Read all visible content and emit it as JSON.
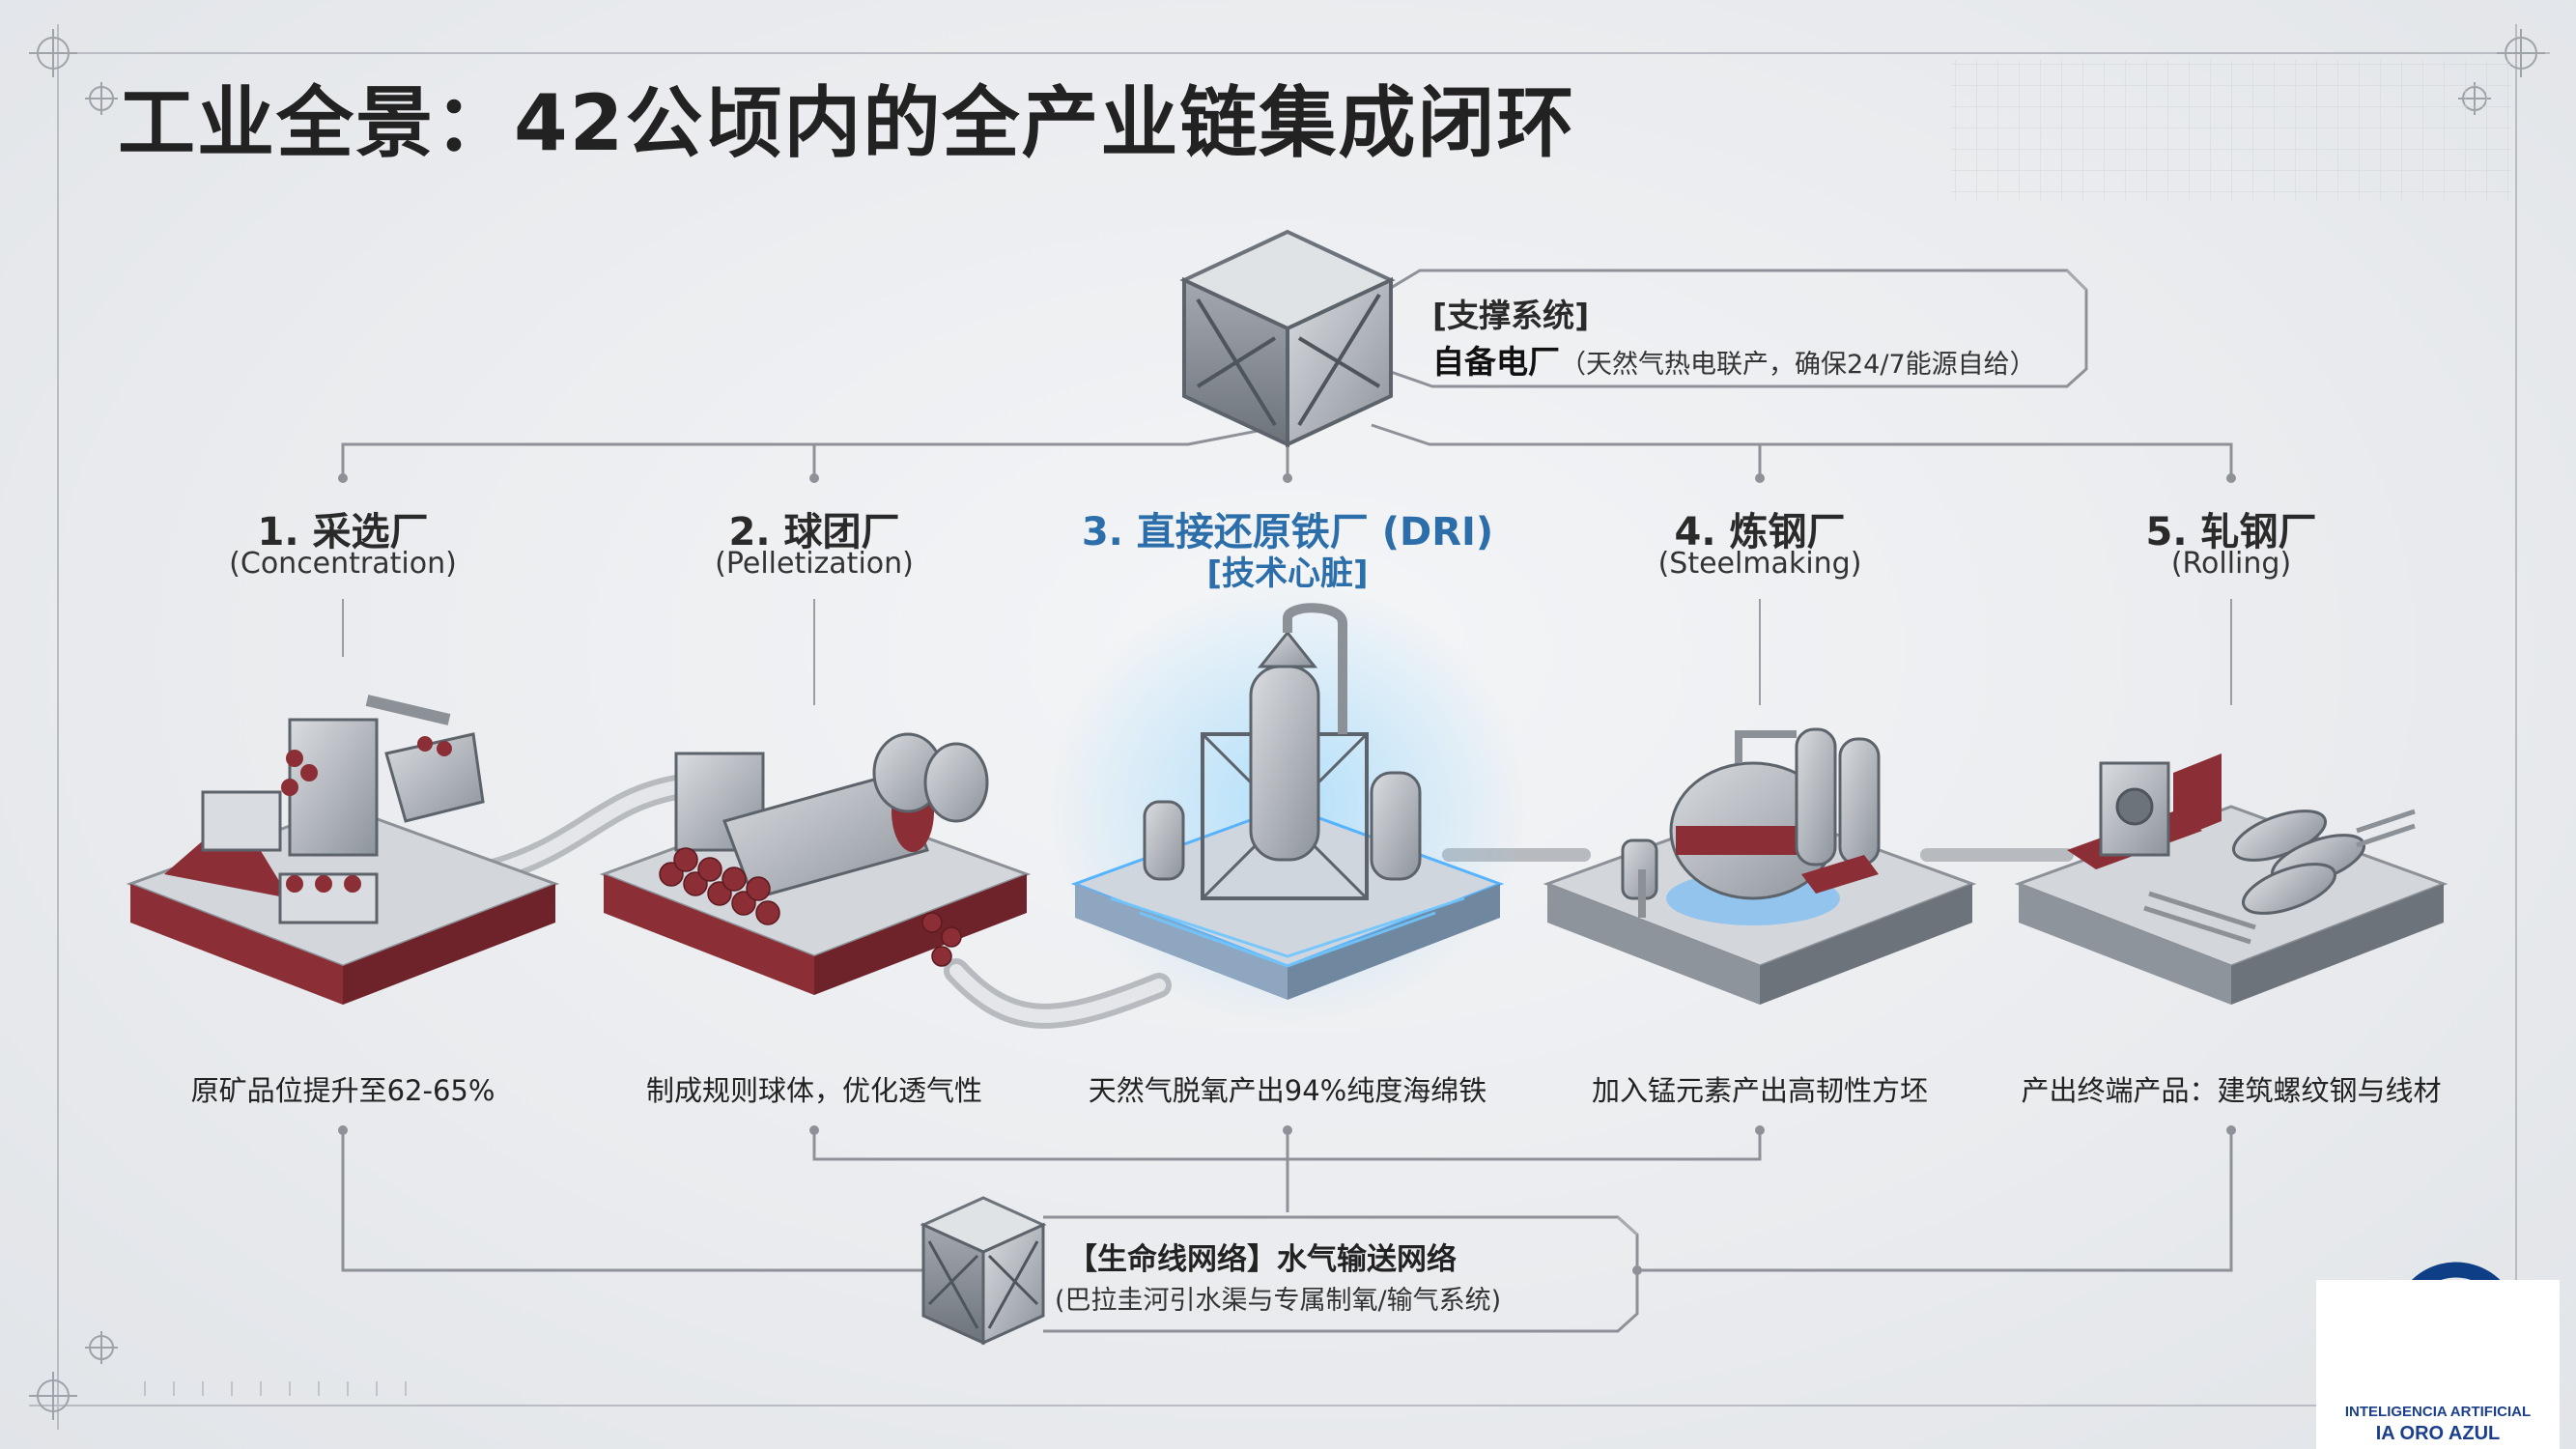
{
  "title": "工业全景：42公顷内的全产业链集成闭环",
  "support": {
    "tag": "[支撑系统]",
    "name": "自备电厂",
    "detail": "（天然气热电联产，确保24/7能源自给）"
  },
  "stages": [
    {
      "title": "1. 采选厂",
      "subtitle": "(Concentration)",
      "desc": "原矿品位提升至62-65%",
      "highlight": false
    },
    {
      "title": "2. 球团厂",
      "subtitle": "(Pelletization)",
      "desc": "制成规则球体，优化透气性",
      "highlight": false
    },
    {
      "title": "3. 直接还原铁厂 (DRI)",
      "subtitle": "[技术心脏]",
      "desc": "天然气脱氧产出94%纯度海绵铁",
      "highlight": true
    },
    {
      "title": "4. 炼钢厂",
      "subtitle": "(Steelmaking)",
      "desc": "加入锰元素产出高韧性方坯",
      "highlight": false
    },
    {
      "title": "5. 轧钢厂",
      "subtitle": "(Rolling)",
      "desc": "产出终端产品：建筑螺纹钢与线材",
      "highlight": false
    }
  ],
  "lifeline": {
    "main": "【生命线网络】水气输送网络",
    "detail": "(巴拉圭河引水渠与专属制氧/输气系统)"
  },
  "logo": {
    "line1": "INTELIGENCIA ARTIFICIAL",
    "line2": "IA ORO AZUL"
  },
  "colors": {
    "accent_blue": "#2b6ea9",
    "ore_red": "#8b2e35",
    "steel_gray": "#9aa0a8",
    "line_gray": "#8e9298"
  }
}
